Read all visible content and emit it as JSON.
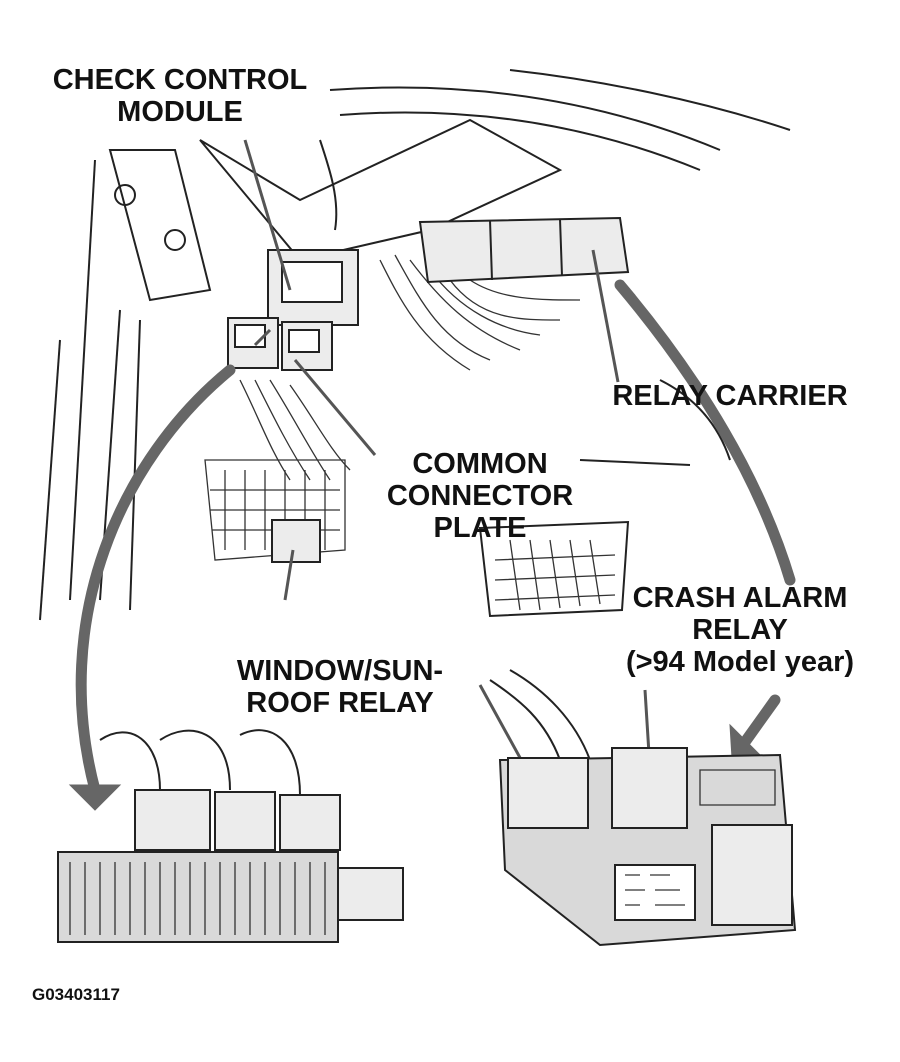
{
  "labels": {
    "check_control_module_line1": "CHECK CONTROL",
    "check_control_module_line2": "MODULE",
    "relay_carrier": "RELAY CARRIER",
    "common_connector_plate_line1": "COMMON",
    "common_connector_plate_line2": "CONNECTOR",
    "common_connector_plate_line3": "PLATE",
    "crash_alarm_relay_line1": "CRASH ALARM",
    "crash_alarm_relay_line2": "RELAY",
    "crash_alarm_relay_line3": "(>94 Model year)",
    "window_sunroof_relay_line1": "WINDOW/SUN-",
    "window_sunroof_relay_line2": "ROOF RELAY"
  },
  "figure_code": "G03403117",
  "colors": {
    "ink": "#222222",
    "arrow_gray": "#666666",
    "fill_light": "#ececec"
  }
}
